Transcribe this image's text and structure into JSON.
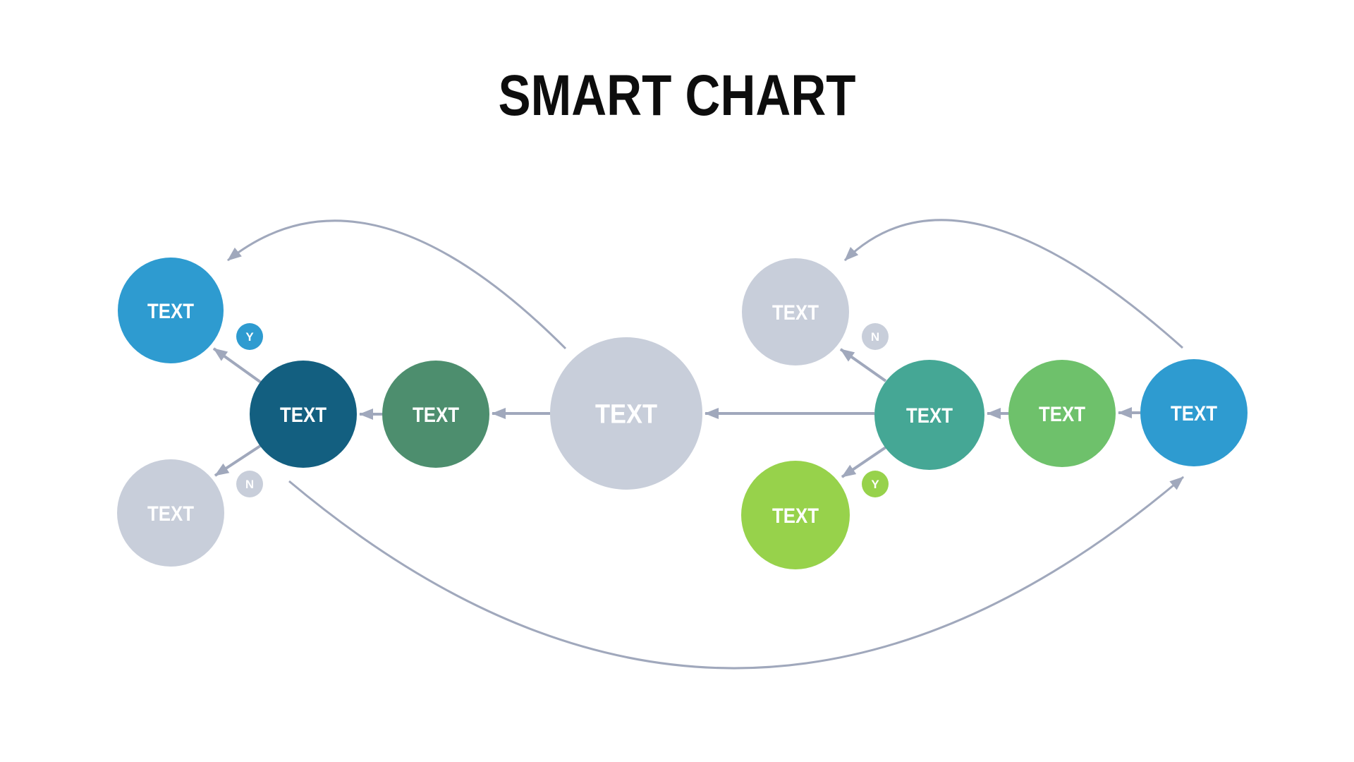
{
  "title": "SMART CHART",
  "style": {
    "background": "#ffffff",
    "title_color": "#0d0d0d",
    "arrow_color": "#a0a8bc",
    "label_color": "#ffffff"
  },
  "nodes": [
    {
      "id": "top-left-blue",
      "label": "TEXT",
      "color": "#2e9bd0"
    },
    {
      "id": "decision-left",
      "label": "TEXT",
      "color": "#135f80"
    },
    {
      "id": "step-left",
      "label": "TEXT",
      "color": "#4d8e6e"
    },
    {
      "id": "center-hub",
      "label": "TEXT",
      "color": "#c8ceda"
    },
    {
      "id": "bottom-left-gray",
      "label": "TEXT",
      "color": "#c8ceda"
    },
    {
      "id": "top-right-gray",
      "label": "TEXT",
      "color": "#c8ceda"
    },
    {
      "id": "decision-right",
      "label": "TEXT",
      "color": "#45a795"
    },
    {
      "id": "bottom-right-lime",
      "label": "TEXT",
      "color": "#97d24b"
    },
    {
      "id": "step-right",
      "label": "TEXT",
      "color": "#6ec16b"
    },
    {
      "id": "start-right-blue",
      "label": "TEXT",
      "color": "#2e9bd0"
    }
  ],
  "badges": [
    {
      "id": "badge-yes-left",
      "label": "Y",
      "color": "#2e9bd0"
    },
    {
      "id": "badge-no-left",
      "label": "N",
      "color": "#c8ceda"
    },
    {
      "id": "badge-no-right",
      "label": "N",
      "color": "#c8ceda"
    },
    {
      "id": "badge-yes-right",
      "label": "Y",
      "color": "#97d24b"
    }
  ]
}
